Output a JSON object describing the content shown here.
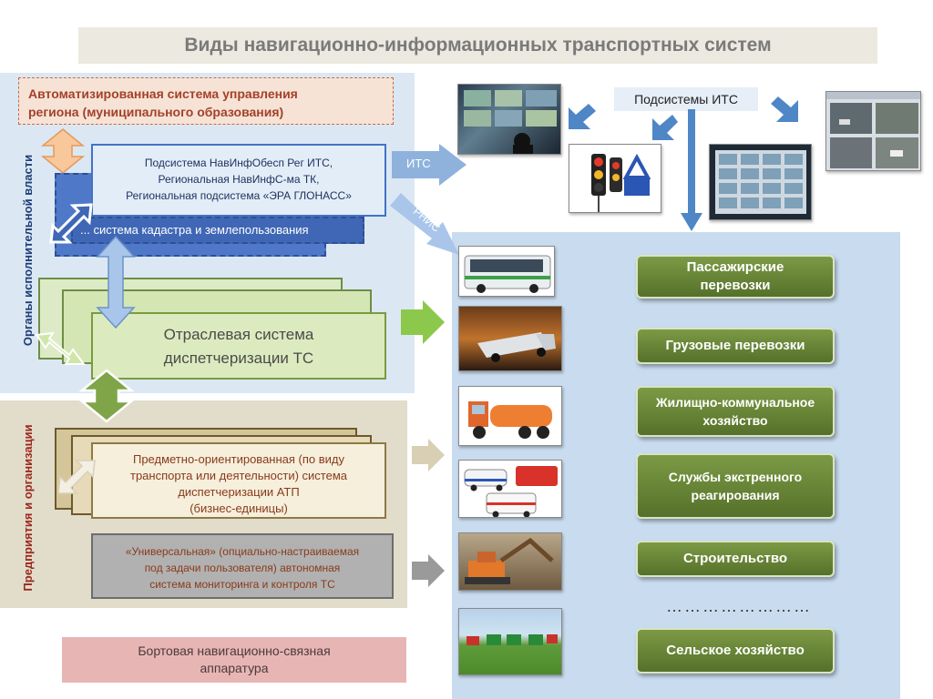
{
  "title": "Виды навигационно-информационных  транспортных систем",
  "left_labels": {
    "government": "Органы исполнительной власти",
    "enterprises": "Предприятия и организации"
  },
  "boxes": {
    "regional_acs": [
      "Автоматизированная система управления",
      "региона (муниципального образования)"
    ],
    "navinfo_subsystem": [
      "Подсистема НавИнфОбесп Рег ИТС,",
      "Региональная НавИнфС-ма  ТК,",
      "Региональная подсистема  «ЭРА ГЛОНАСС»"
    ],
    "cadastre": "...  система кадастра и землепользования",
    "sector_dispatch": [
      "Отраслевая  система",
      "диспетчеризации ТС"
    ],
    "subject_oriented": [
      "Предметно-ориентированная (по виду",
      "транспорта или деятельности) система",
      "диспетчеризации АТП",
      "(бизнес-единицы)"
    ],
    "universal": [
      "«Универсальная» (опциально-настраиваемая",
      "под  задачи пользователя)  автономная",
      "система   мониторинга  и контроля ТС"
    ],
    "onboard": [
      "Бортовая навигационно-связная",
      "аппаратура"
    ]
  },
  "arrows": {
    "its": "ИТС",
    "rnis": "РНИС"
  },
  "its_subsystems": "Подсистемы ИТС",
  "sectors": [
    [
      "Пассажирские",
      "перевозки"
    ],
    [
      "Грузовые перевозки"
    ],
    [
      "Жилищно-коммунальное",
      "хозяйство"
    ],
    [
      "Службы экстренного",
      "реагирования"
    ],
    [
      "Строительство"
    ],
    [
      "Сельское хозяйство"
    ]
  ],
  "ellipsis": "……………………",
  "colors": {
    "title_text": "#7a7a7a",
    "gov_panel": "#dbe8f3",
    "enterprise_panel": "#e2dccb",
    "sector_panel": "#c9dcef",
    "sector_button": "#6b8a38",
    "arrow_blue": "#7ea7d8"
  }
}
